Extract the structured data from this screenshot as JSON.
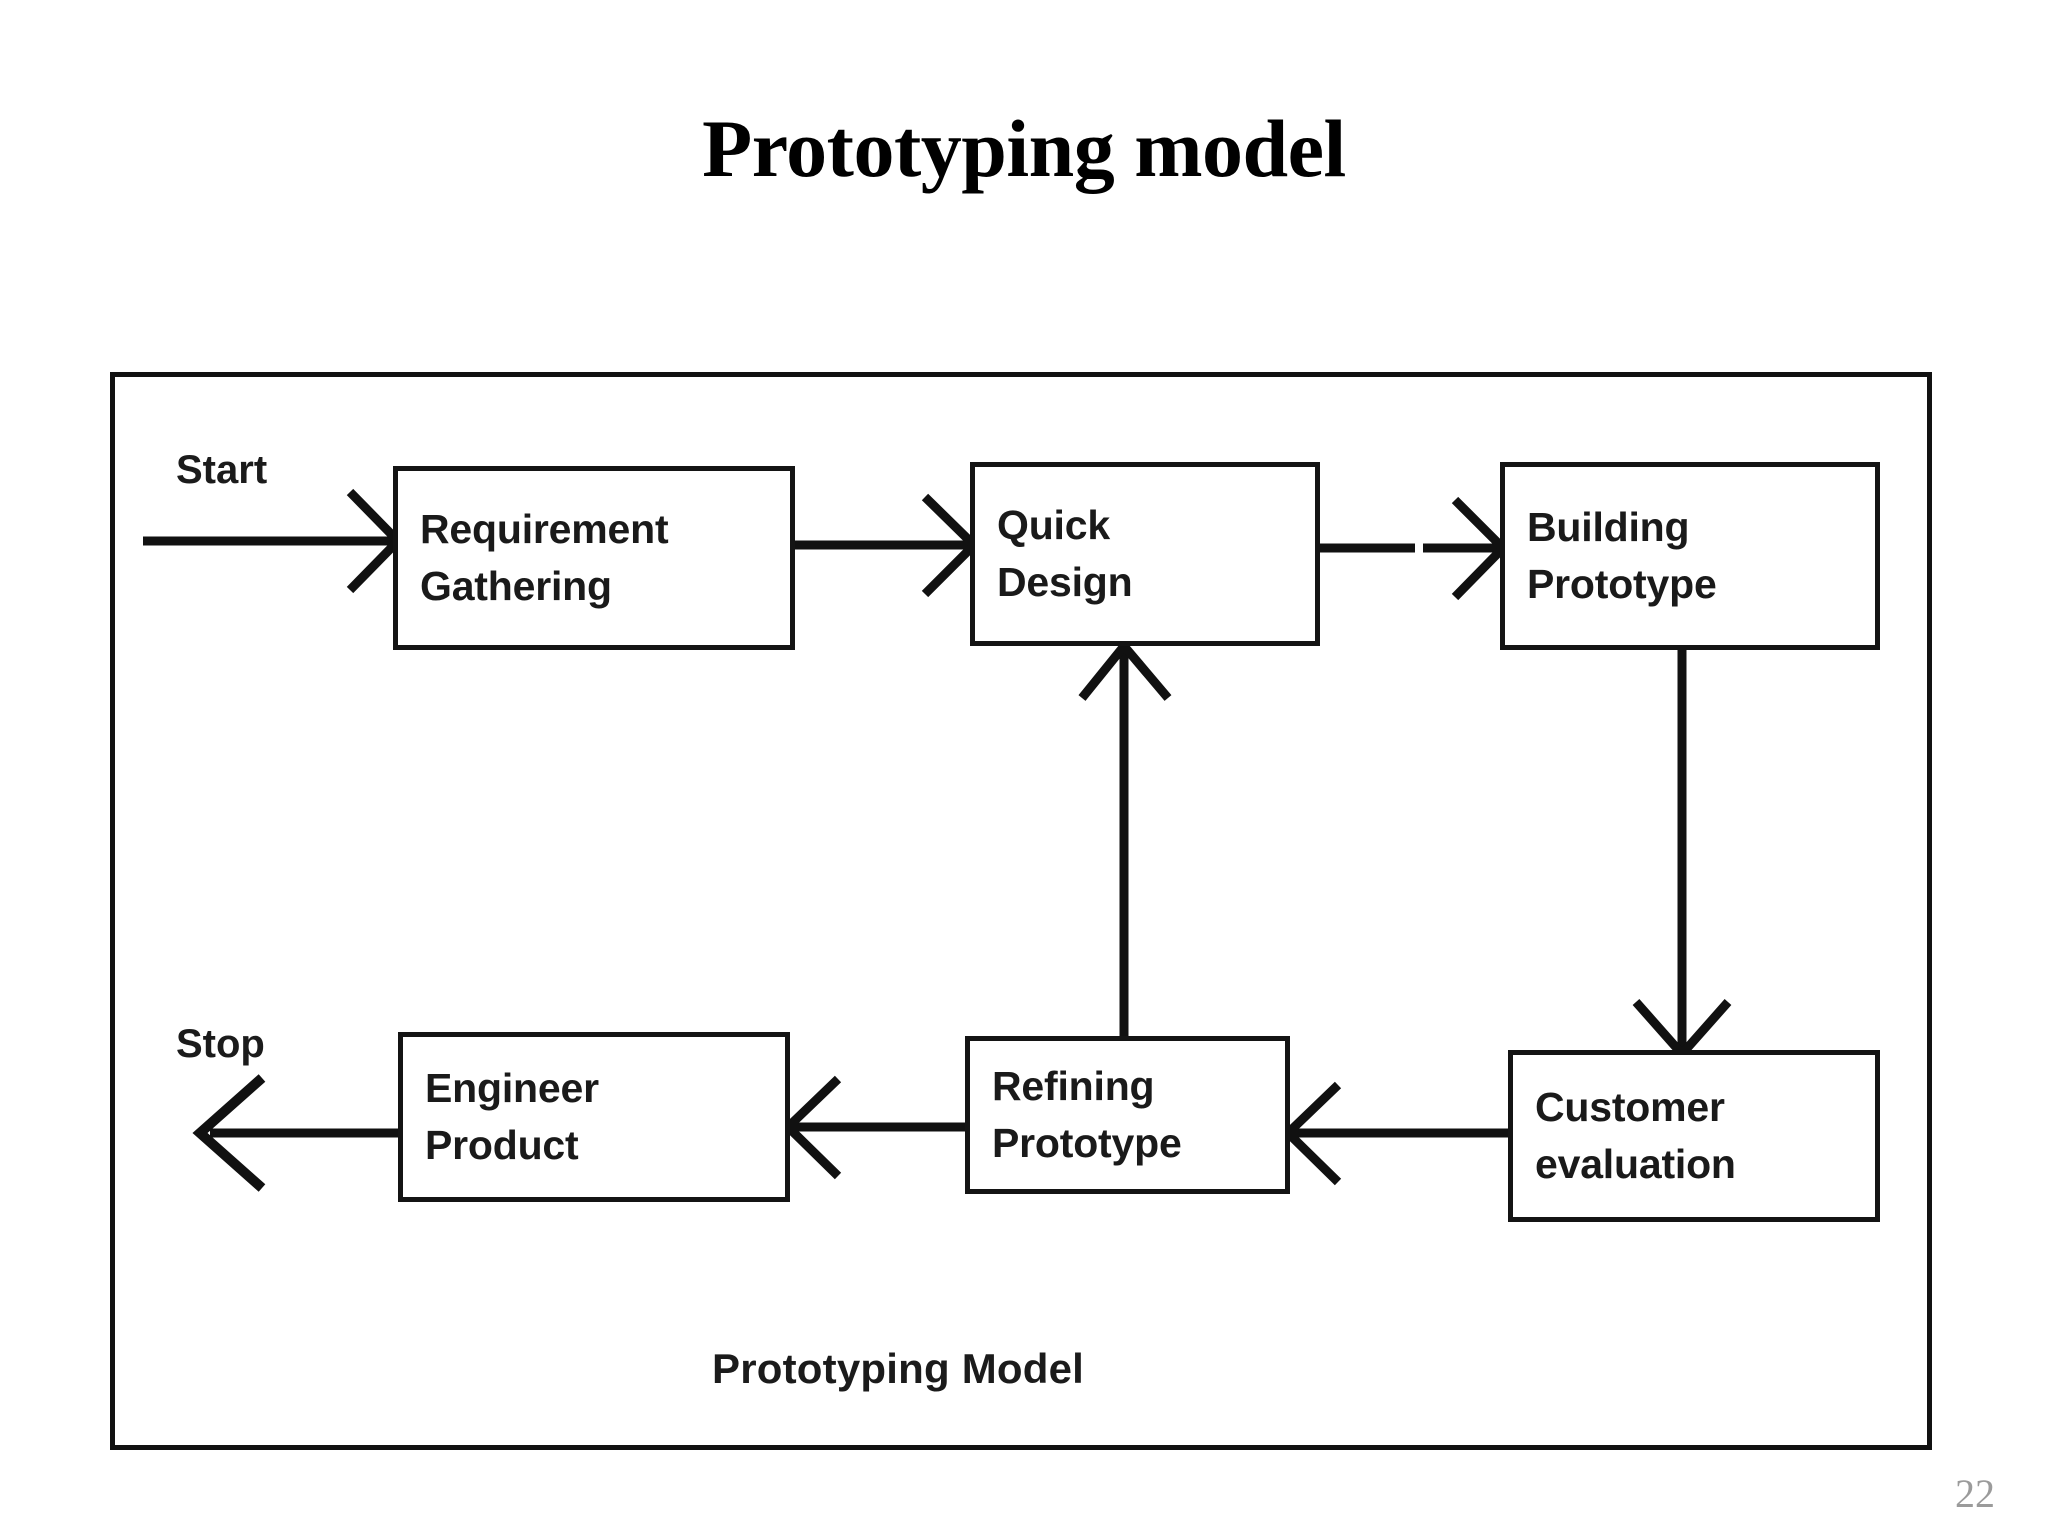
{
  "slide": {
    "title": "Prototyping model",
    "page_number": "22"
  },
  "diagram": {
    "caption": "Prototyping Model",
    "frame_color": "#111111",
    "box_border_color": "#141414",
    "text_color": "#1a1a1a",
    "line_color": "#111111",
    "background": "#ffffff",
    "labels": {
      "start": "Start",
      "stop": "Stop"
    },
    "nodes": [
      {
        "id": "requirement",
        "line1": "Requirement",
        "line2": "Gathering"
      },
      {
        "id": "quick_design",
        "line1": "Quick",
        "line2": "Design"
      },
      {
        "id": "building",
        "line1": "Building",
        "line2": "Prototype"
      },
      {
        "id": "engineer",
        "line1": "Engineer",
        "line2": "Product"
      },
      {
        "id": "refining",
        "line1": "Refining",
        "line2": "Prototype"
      },
      {
        "id": "customer",
        "line1": "Customer",
        "line2": "evaluation"
      }
    ],
    "edges": [
      {
        "from": "start",
        "to": "requirement",
        "direction": "right"
      },
      {
        "from": "requirement",
        "to": "quick_design",
        "direction": "right"
      },
      {
        "from": "quick_design",
        "to": "building",
        "direction": "right"
      },
      {
        "from": "building",
        "to": "customer",
        "direction": "down"
      },
      {
        "from": "customer",
        "to": "refining",
        "direction": "left"
      },
      {
        "from": "refining",
        "to": "engineer",
        "direction": "left"
      },
      {
        "from": "refining",
        "to": "quick_design",
        "direction": "up"
      },
      {
        "from": "engineer",
        "to": "stop",
        "direction": "left"
      }
    ]
  }
}
